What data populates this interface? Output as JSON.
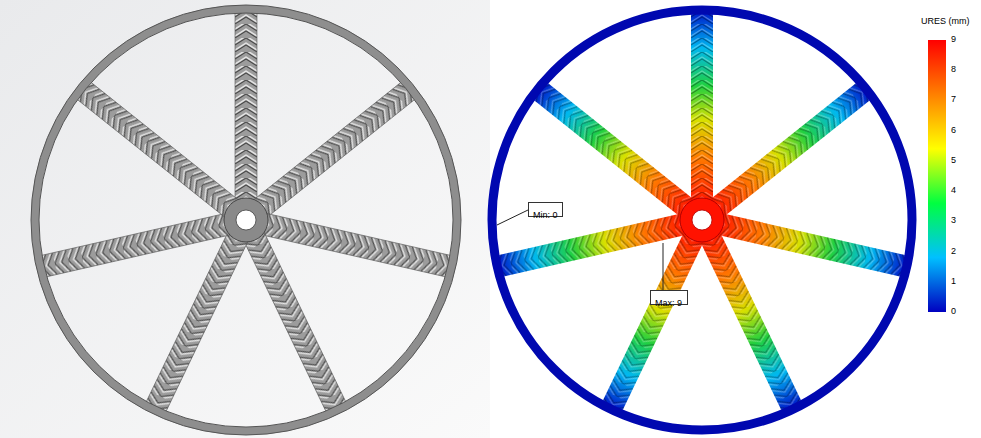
{
  "diagram": {
    "nodes": [
      {
        "text": [
          "Min: 0"
        ]
      },
      {
        "text": [
          "Max: 9"
        ]
      }
    ],
    "labels": [
      "URES (mm)",
      "9",
      "8",
      "7",
      "6",
      "5",
      "4",
      "3",
      "2",
      "1",
      "0"
    ]
  }
}
